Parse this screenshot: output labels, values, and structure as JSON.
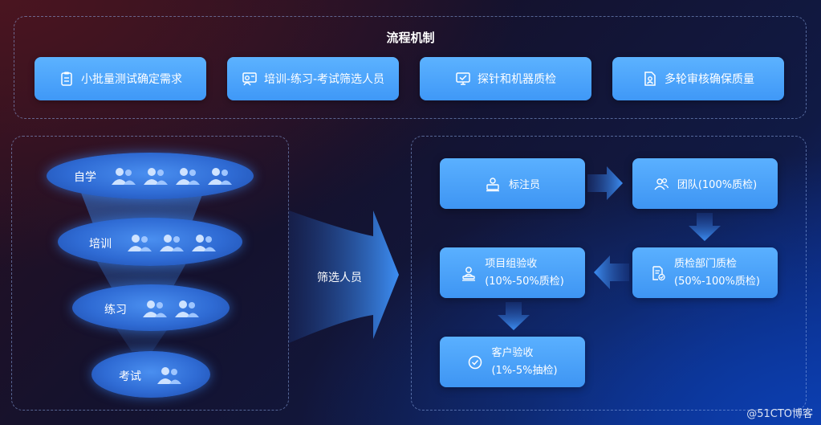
{
  "process": {
    "title": "流程机制",
    "items": [
      {
        "label": "小批量测试确定需求",
        "icon": "clipboard-icon"
      },
      {
        "label": "培训-练习-考试筛选人员",
        "icon": "trainer-icon"
      },
      {
        "label": "探针和机器质检",
        "icon": "monitor-check-icon"
      },
      {
        "label": "多轮审核确保质量",
        "icon": "document-person-icon"
      }
    ]
  },
  "funnel": {
    "levels": [
      {
        "label": "自学",
        "people": 4
      },
      {
        "label": "培训",
        "people": 3
      },
      {
        "label": "练习",
        "people": 2
      },
      {
        "label": "考试",
        "people": 1
      }
    ],
    "arrow_label": "筛选人员"
  },
  "flow": {
    "annotator": {
      "label": "标注员",
      "icon": "annotator-icon"
    },
    "team": {
      "label": "团队(100%质检)",
      "icon": "team-icon"
    },
    "qa_dept": {
      "line1": "质检部门质检",
      "line2": "(50%-100%质检)",
      "icon": "doc-check-icon"
    },
    "project_group": {
      "line1": "项目组验收",
      "line2": "(10%-50%质检)",
      "icon": "user-stamp-icon"
    },
    "customer": {
      "line1": "客户验收",
      "line2": "(1%-5%抽检)",
      "icon": "check-circle-icon"
    }
  },
  "watermark": "@51CTO博客",
  "colors": {
    "box": "#4aa5fb",
    "accent": "#2f6bd4",
    "arrow": "#3a8ef0"
  }
}
